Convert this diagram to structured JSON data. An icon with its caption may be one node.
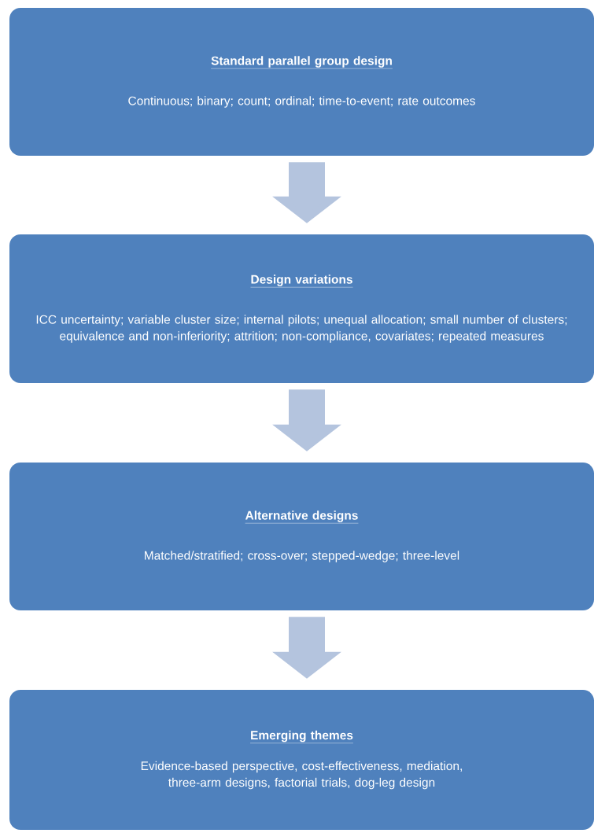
{
  "diagram": {
    "nodes": [
      {
        "text": [
          "Standard parallel group design",
          "Continuous; binary; count; ordinal; time-to-event; rate outcomes"
        ]
      },
      {
        "text": [
          "Design variations",
          "ICC uncertainty; variable cluster size; internal pilots; unequal allocation; small number of clusters; equivalence and non-inferiority; attrition; non-compliance, covariates; repeated measures"
        ]
      },
      {
        "text": [
          "Alternative designs",
          "Matched/stratified; cross-over; stepped-wedge; three-level"
        ]
      },
      {
        "text": [
          "Emerging themes",
          "Evidence-based perspective, cost-effectiveness, mediation, three-arm designs, factorial trials, dog-leg design"
        ]
      }
    ],
    "edges": [
      {
        "from": 0,
        "to": 1,
        "arrow": "to"
      },
      {
        "from": 1,
        "to": 2,
        "arrow": "to"
      },
      {
        "from": 2,
        "to": 3,
        "arrow": "to"
      }
    ]
  }
}
